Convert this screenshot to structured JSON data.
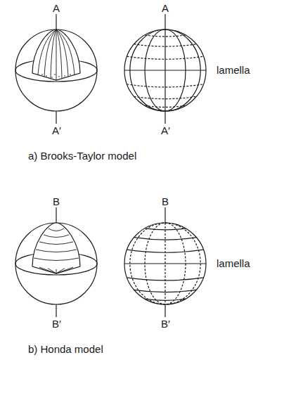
{
  "diagram": {
    "labels": [
      "A",
      "A′",
      "A",
      "A′",
      "lamella",
      "a) Brooks-Taylor model",
      "B",
      "B′",
      "B",
      "B′",
      "lamella",
      "b) Honda model"
    ]
  }
}
